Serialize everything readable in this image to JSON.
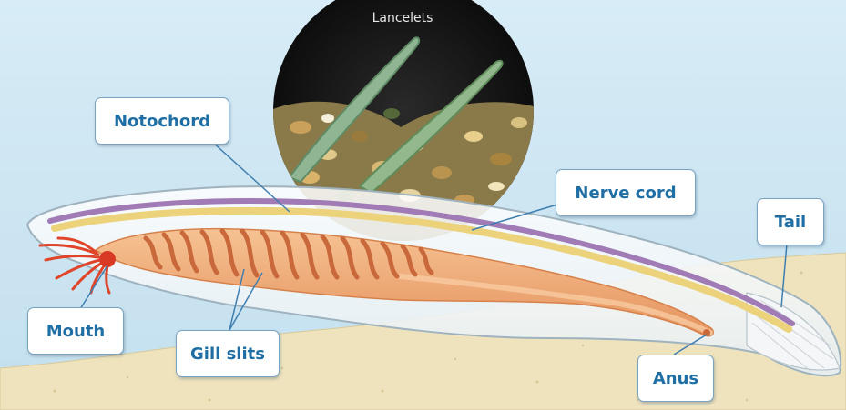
{
  "photo": {
    "caption": "Lancelets"
  },
  "labels": {
    "notochord": "Notochord",
    "nerve_cord": "Nerve cord",
    "tail": "Tail",
    "mouth": "Mouth",
    "gill_slits": "Gill slits",
    "anus": "Anus"
  },
  "colors": {
    "background": "#d6ebf5",
    "sand": "#efe3bd",
    "label_text": "#1f6fa5",
    "leader_line": "#3f7fb0",
    "body_outline": "#9fb3bf",
    "notochord": "#e9d27a",
    "nerve_cord": "#a07bb5",
    "gut": "#e8a36f",
    "photo_bg": "#151515"
  }
}
